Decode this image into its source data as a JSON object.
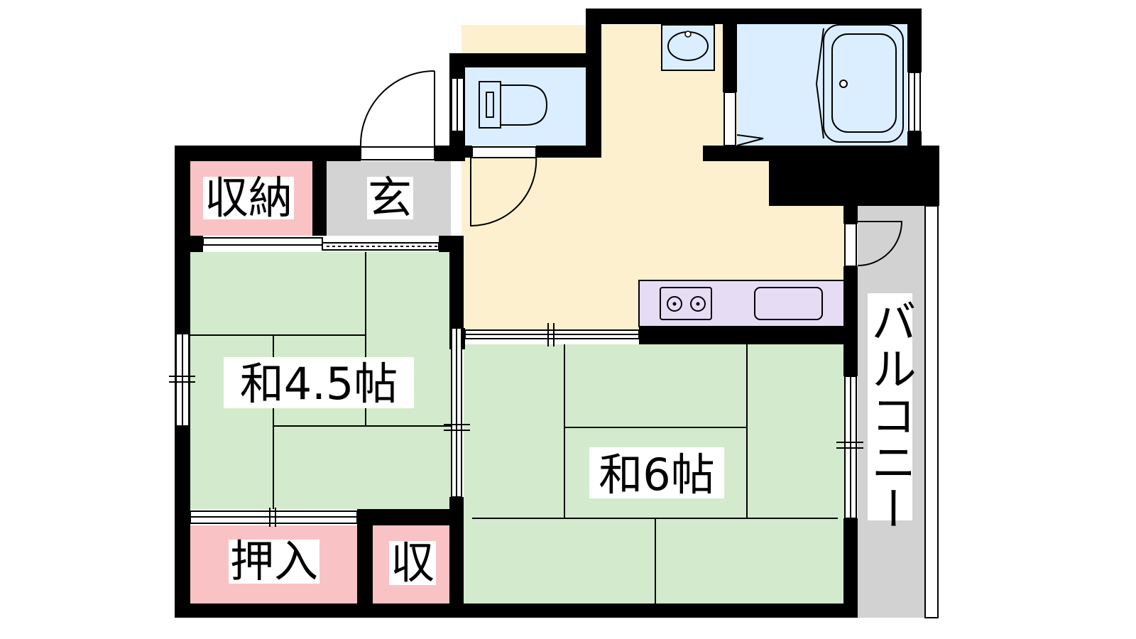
{
  "floor_plan": {
    "rooms": {
      "storage_top": "収納",
      "entrance": "玄",
      "japanese_room_small": "和4.5帖",
      "japanese_room_large": "和6帖",
      "closet": "押入",
      "storage_small": "収",
      "balcony": "バルコニー"
    },
    "colors": {
      "tatami": "#d3ebcc",
      "kitchen_floor": "#fdf0cf",
      "wet_area": "#dbeeff",
      "storage": "#f9c3c5",
      "entrance_floor": "#d3d3d3",
      "counter": "#e6dcf4",
      "balcony": "#d2d2d2",
      "wall": "#000000"
    }
  }
}
